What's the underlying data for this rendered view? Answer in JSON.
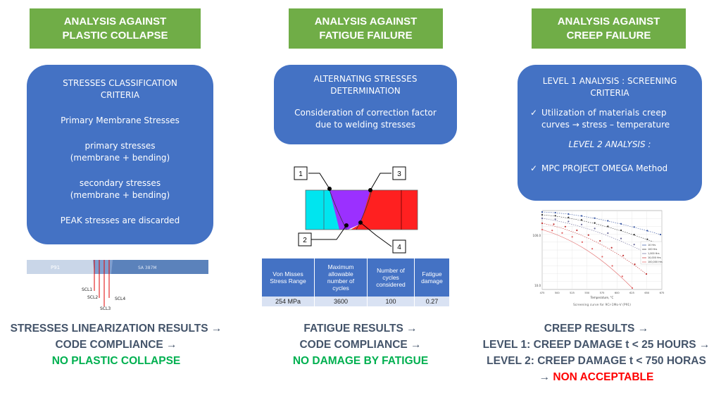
{
  "col1": {
    "header": [
      "ANALYSIS AGAINST",
      "PLASTIC COLLAPSE"
    ],
    "box": {
      "title_line1": "STRESSES CLASSIFICATION",
      "title_line2": "CRITERIA",
      "line1": "Primary Membrane Stresses",
      "line2a": "primary stresses",
      "line2b": "(membrane + bending)",
      "line3a": "secondary stresses",
      "line3b": "(membrane + bending)",
      "line4": "PEAK stresses are discarded"
    },
    "figure": {
      "label_left": "P91",
      "label_right": "SA 387M",
      "scl1": "SCL1",
      "scl2": "SCL2",
      "scl3": "SCL3",
      "scl4": "SCL4"
    },
    "result": {
      "line1": "STRESSES LINEARIZATION RESULTS →",
      "line2": "CODE COMPLIANCE →",
      "line3": "NO PLASTIC COLLAPSE"
    }
  },
  "col2": {
    "header": [
      "ANALYSIS AGAINST",
      "FATIGUE FAILURE"
    ],
    "box": {
      "title_line1": "ALTERNATING STRESSES",
      "title_line2": "DETERMINATION",
      "line1": "Consideration of correction factor",
      "line2": "due to welding stresses"
    },
    "weld_labels": [
      "1",
      "2",
      "3",
      "4"
    ],
    "table": {
      "headers": [
        "Von Misses Stress Range",
        "Maximum allowable number of cycles",
        "Number of cycles considered",
        "Fatigue damage"
      ],
      "row": [
        "254 MPa",
        "3600",
        "100",
        "0.27"
      ]
    },
    "result": {
      "line1": "FATIGUE RESULTS →",
      "line2": "CODE COMPLIANCE →",
      "line3": "NO DAMAGE BY FATIGUE"
    }
  },
  "col3": {
    "header": [
      "ANALYSIS AGAINST",
      "CREEP FAILURE"
    ],
    "box": {
      "title_line1": "LEVEL 1 ANALYSIS : SCREENING",
      "title_line2": "CRITERIA",
      "bullet1a": "Utilization of materials creep",
      "bullet1b": "curves → stress – temperature",
      "level2": "LEVEL 2 ANALYSIS :",
      "bullet2": "MPC PROJECT OMEGA Method",
      "check": "✓"
    },
    "chart": {
      "y_tick_top": "100.0",
      "y_tick_bottom": "10.0",
      "x_ticks": [
        "475",
        "500",
        "525",
        "550",
        "575",
        "600",
        "625",
        "650",
        "675"
      ],
      "xlabel": "Temperature, °C",
      "caption": "Screening curve for 9Cr-1Mo-V (P91)",
      "legend": [
        "10 Hrs",
        "100 Hrs",
        "1,000 Hrs",
        "10,000 Hrs",
        "100,000 Hrs"
      ]
    },
    "result": {
      "line1": "CREEP RESULTS →",
      "line2": "LEVEL 1: CREEP DAMAGE t < 25 HOURS →",
      "line3": "LEVEL 2: CREEP DAMAGE t < 750 HORAS",
      "line4_arrow": "→",
      "line4": "NON ACCEPTABLE"
    }
  },
  "colors": {
    "header_green": "#70ad47",
    "box_blue": "#4472c4",
    "result_text": "#44546a",
    "ok_green": "#00b050",
    "fail_red": "#ff0000"
  }
}
